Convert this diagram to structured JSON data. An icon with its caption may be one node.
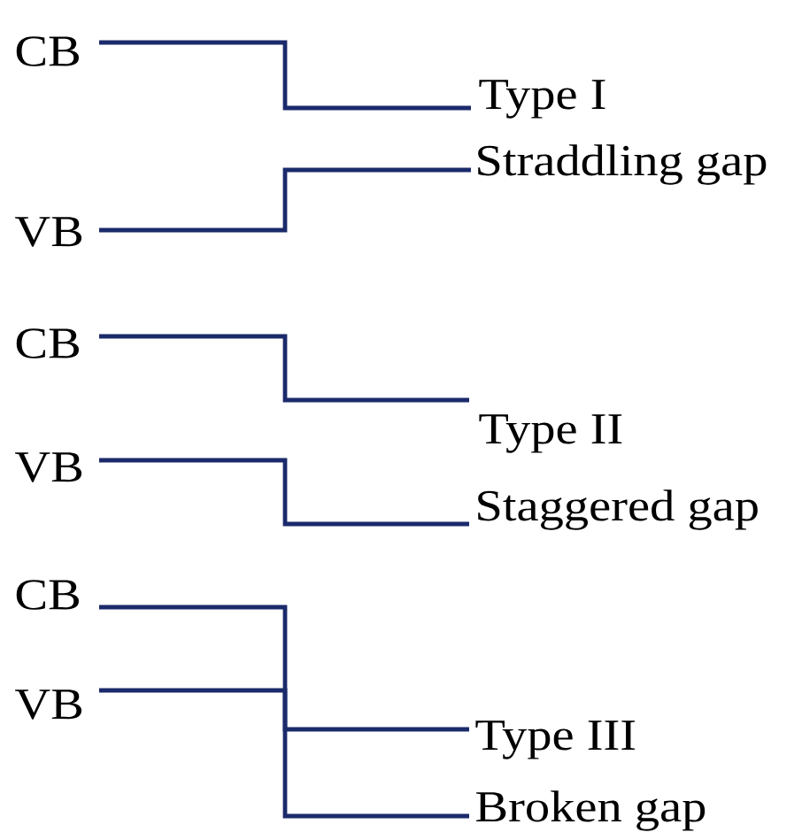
{
  "diagram": {
    "labels": [
      "CB",
      "Type I",
      "Straddling gap",
      "VB",
      "CB",
      "Type II",
      "VB",
      "Staggered gap",
      "CB",
      "VB",
      "Type III",
      "Broken gap"
    ]
  }
}
